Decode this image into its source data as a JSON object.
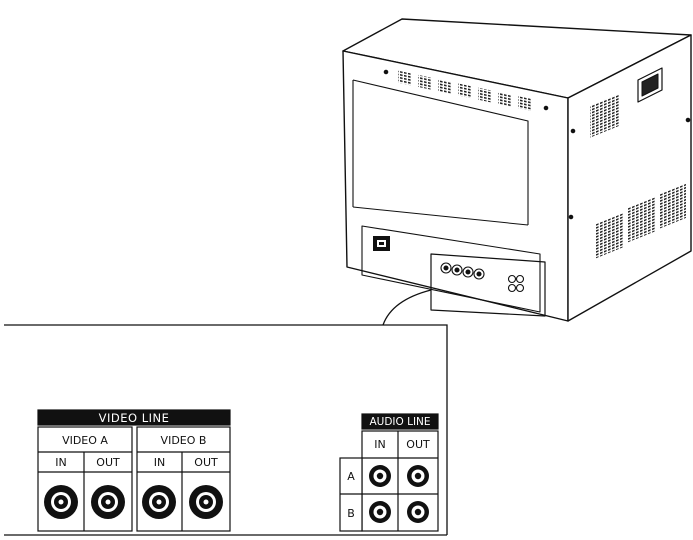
{
  "video_line": {
    "header": "VIDEO LINE",
    "groups": [
      {
        "name": "VIDEO A",
        "in_label": "IN",
        "out_label": "OUT"
      },
      {
        "name": "VIDEO B",
        "in_label": "IN",
        "out_label": "OUT"
      }
    ]
  },
  "audio_line": {
    "header": "AUDIO LINE",
    "in_label": "IN",
    "out_label": "OUT",
    "rows": [
      "A",
      "B"
    ]
  },
  "icons": {
    "monitor": "crt-monitor-rear-icon",
    "power": "ac-power-inlet-icon",
    "video_jack": "bnc-connector-icon",
    "audio_jack": "rca-jack-icon"
  }
}
